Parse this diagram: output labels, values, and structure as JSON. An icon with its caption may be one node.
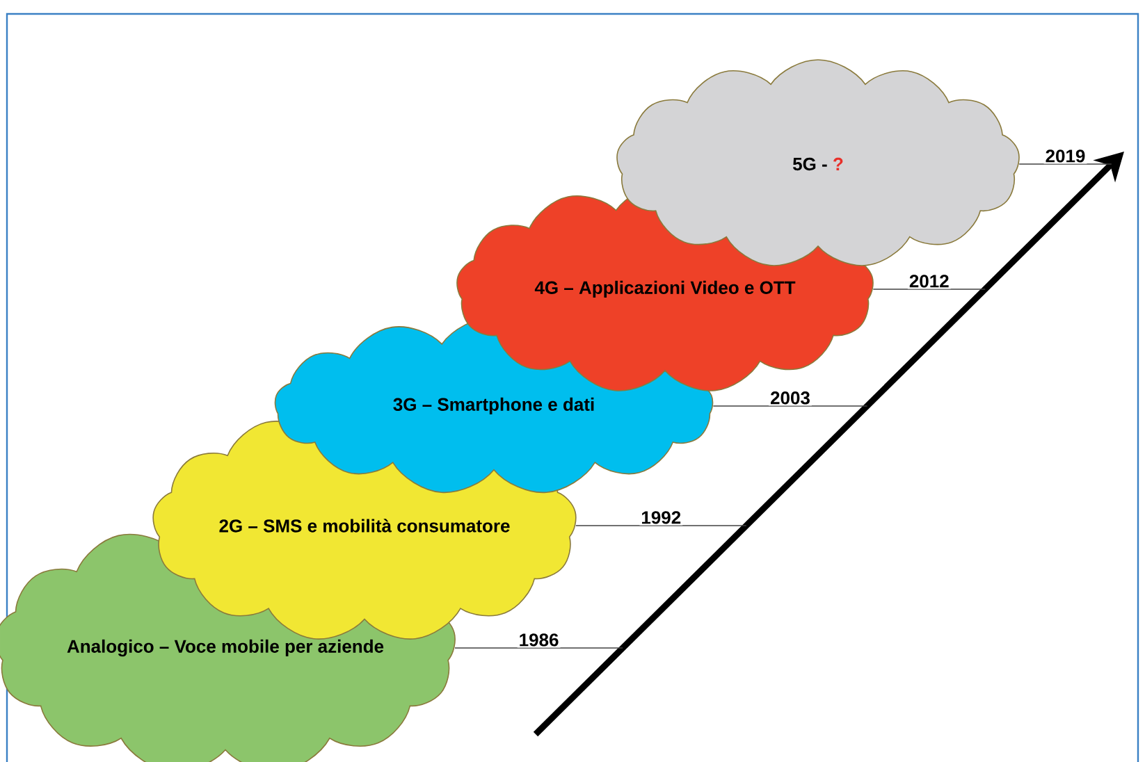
{
  "diagram": {
    "nodes": [
      {
        "text": [
          "5G -",
          "?"
        ]
      },
      {
        "text": [
          "4G – Applicazioni Video e OTT"
        ]
      },
      {
        "text": [
          "3G – Smartphone e dati"
        ]
      },
      {
        "text": [
          "2G – SMS e mobilità consumatore"
        ]
      },
      {
        "text": [
          "Analogico – Voce mobile per aziende"
        ]
      }
    ],
    "edges": [
      {
        "from": 0,
        "to": null,
        "arrow": "none",
        "label": "2019"
      },
      {
        "from": 1,
        "to": null,
        "arrow": "none",
        "label": "2012"
      },
      {
        "from": 2,
        "to": null,
        "arrow": "none",
        "label": "2003"
      },
      {
        "from": 3,
        "to": null,
        "arrow": "none",
        "label": "1992"
      },
      {
        "from": 4,
        "to": null,
        "arrow": "none",
        "label": "1986"
      }
    ]
  }
}
